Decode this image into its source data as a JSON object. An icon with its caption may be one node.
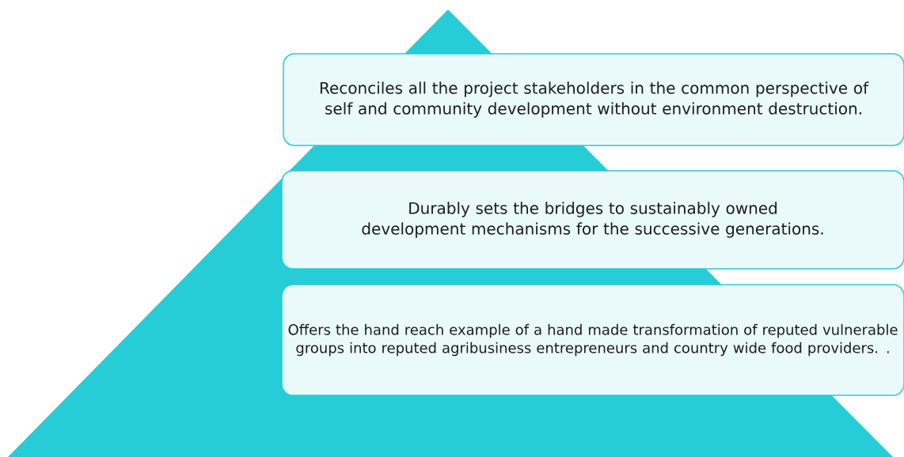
{
  "diagram": {
    "nodes": [
      {
        "text": [
          "Reconciles all the project stakeholders in the common perspective of self and community development without environment destruction."
        ]
      },
      {
        "text": [
          "Durably sets the bridges to sustainably owned development mechanisms for the successive generations."
        ]
      },
      {
        "text": [
          "Offers the hand reach example of a hand made transformation of reputed vulnerable groups into reputed agribusiness entrepreneurs and country wide food providers. ."
        ]
      }
    ]
  }
}
